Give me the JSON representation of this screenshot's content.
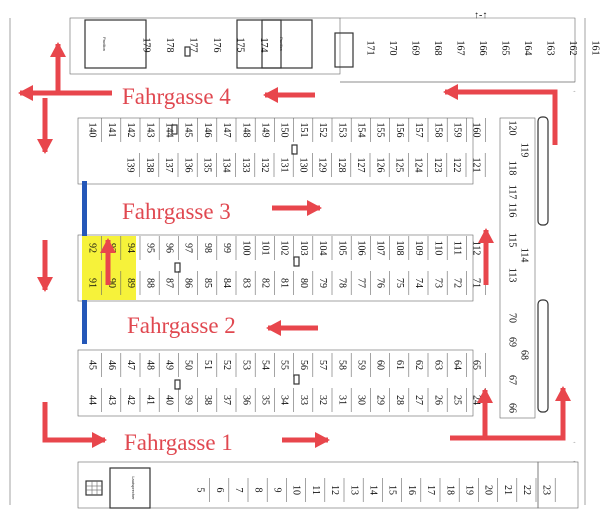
{
  "lanes": [
    {
      "label": "Fahrgasse 4"
    },
    {
      "label": "Fahrgasse 3"
    },
    {
      "label": "Fahrgasse 2"
    },
    {
      "label": "Fahrgasse 1"
    }
  ],
  "top_row_left": [
    "179",
    "178",
    "177",
    "176",
    "175",
    "174"
  ],
  "top_row_right": [
    "171",
    "170",
    "169",
    "168",
    "167",
    "166",
    "165",
    "164",
    "163",
    "162",
    "161"
  ],
  "top_boxes": [
    "Pavillon",
    "Pavillon"
  ],
  "block_a_top": [
    "140",
    "141",
    "142",
    "143",
    "144",
    "145",
    "146",
    "147",
    "148",
    "149",
    "150",
    "151",
    "152",
    "153",
    "154",
    "155",
    "156",
    "157",
    "158",
    "159",
    "160"
  ],
  "block_a_bottom": [
    "139",
    "138",
    "137",
    "136",
    "135",
    "134",
    "133",
    "132",
    "131",
    "130",
    "129",
    "128",
    "127",
    "126",
    "125",
    "124",
    "123",
    "122",
    "121"
  ],
  "block_b_top": [
    "92",
    "93",
    "94",
    "95",
    "96",
    "97",
    "98",
    "99",
    "100",
    "101",
    "102",
    "103",
    "104",
    "105",
    "106",
    "107",
    "108",
    "109",
    "110",
    "111",
    "112"
  ],
  "block_b_bottom": [
    "91",
    "90",
    "89",
    "88",
    "87",
    "86",
    "85",
    "84",
    "83",
    "82",
    "81",
    "80",
    "79",
    "78",
    "77",
    "76",
    "75",
    "74",
    "73",
    "72",
    "71"
  ],
  "block_c_top": [
    "45",
    "46",
    "47",
    "48",
    "49",
    "50",
    "51",
    "52",
    "53",
    "54",
    "55",
    "56",
    "57",
    "58",
    "59",
    "60",
    "61",
    "62",
    "63",
    "64",
    "65"
  ],
  "block_c_bottom": [
    "44",
    "43",
    "42",
    "41",
    "40",
    "39",
    "38",
    "37",
    "36",
    "35",
    "34",
    "33",
    "32",
    "31",
    "30",
    "29",
    "28",
    "27",
    "26",
    "25",
    "24"
  ],
  "right_column": [
    "120",
    "119",
    "118",
    "117",
    "116",
    "115",
    "114",
    "113",
    "70",
    "69",
    "68",
    "67",
    "66"
  ],
  "bottom_row": [
    "5",
    "6",
    "7",
    "8",
    "9",
    "10",
    "11",
    "12",
    "13",
    "14",
    "15",
    "16",
    "17",
    "18",
    "19",
    "20",
    "21",
    "22",
    "23"
  ],
  "bottom_box": "Lautsprecher",
  "colors": {
    "arrow": "#e8464c",
    "highlight": "#f6f23a",
    "gate": "#2457b8",
    "lane_text": "#e04850"
  }
}
